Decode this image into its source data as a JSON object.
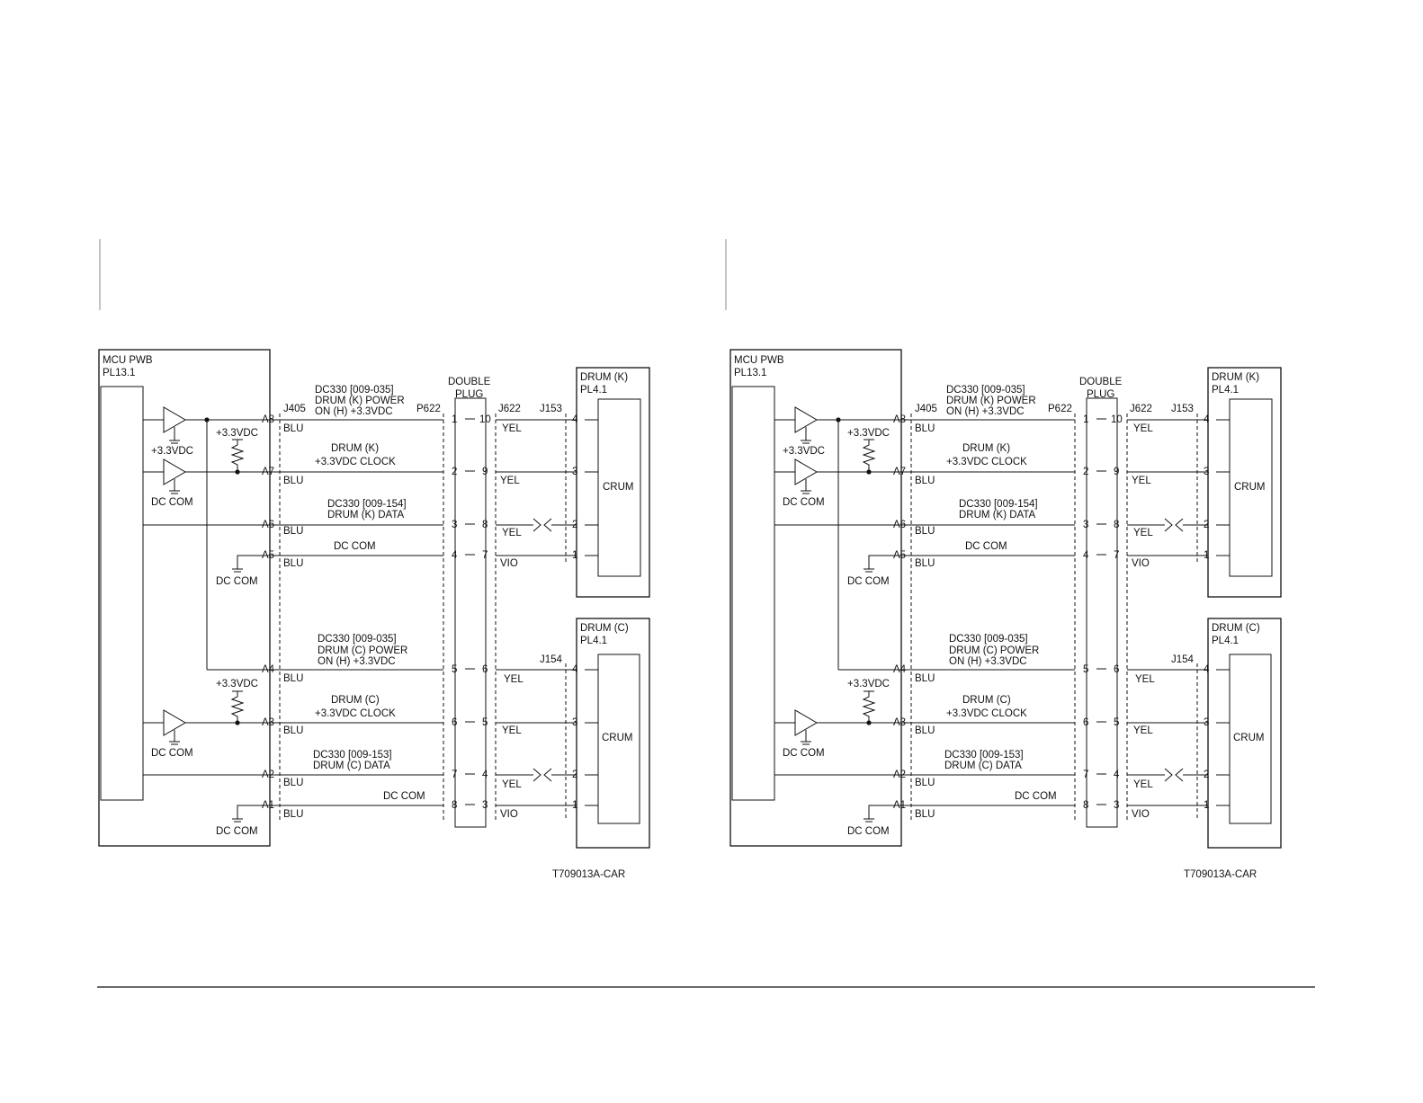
{
  "colors": {
    "ink": "#111111",
    "background": "#ffffff",
    "rule": "#888888"
  },
  "mcu": {
    "title": "MCU PWB",
    "plate": "PL13.1"
  },
  "drum_k": {
    "title": "DRUM (K)",
    "plate": "PL4.1",
    "crum": "CRUM",
    "connector": "J153"
  },
  "drum_c": {
    "title": "DRUM (C)",
    "plate": "PL4.1",
    "crum": "CRUM",
    "connector": "J154"
  },
  "double_plug": {
    "line1": "DOUBLE",
    "line2": "PLUG"
  },
  "connectors": {
    "j405": "J405",
    "p622": "P622",
    "j622": "J622"
  },
  "supply": {
    "v33": "+3.3VDC",
    "dccom": "DC COM"
  },
  "signals": {
    "k_power": [
      "DC330 [009-035]",
      "DRUM (K) POWER",
      "ON (H) +3.3VDC"
    ],
    "k_clock": [
      "DRUM (K)",
      "+3.3VDC CLOCK"
    ],
    "k_data": [
      "DC330 [009-154]",
      "DRUM (K) DATA"
    ],
    "k_com": "DC COM",
    "c_power": [
      "DC330 [009-035]",
      "DRUM (C) POWER",
      "ON (H) +3.3VDC"
    ],
    "c_clock": [
      "DRUM (C)",
      "+3.3VDC CLOCK"
    ],
    "c_data": [
      "DC330 [009-153]",
      "DRUM (C) DATA"
    ],
    "c_com": "DC COM"
  },
  "rows": [
    {
      "pin": "A8",
      "wire_left": "BLU",
      "p622": "1",
      "j622": "10",
      "wire_right": "YEL",
      "crum_pin": "4"
    },
    {
      "pin": "A7",
      "wire_left": "BLU",
      "p622": "2",
      "j622": "9",
      "wire_right": "YEL",
      "crum_pin": "3"
    },
    {
      "pin": "A6",
      "wire_left": "BLU",
      "p622": "3",
      "j622": "8",
      "wire_right": "YEL",
      "crum_pin": "2"
    },
    {
      "pin": "A5",
      "wire_left": "BLU",
      "p622": "4",
      "j622": "7",
      "wire_right": "VIO",
      "crum_pin": "1"
    },
    {
      "pin": "A4",
      "wire_left": "BLU",
      "p622": "5",
      "j622": "6",
      "wire_right": "YEL",
      "crum_pin": "4"
    },
    {
      "pin": "A3",
      "wire_left": "BLU",
      "p622": "6",
      "j622": "5",
      "wire_right": "YEL",
      "crum_pin": "3"
    },
    {
      "pin": "A2",
      "wire_left": "BLU",
      "p622": "7",
      "j622": "4",
      "wire_right": "YEL",
      "crum_pin": "2"
    },
    {
      "pin": "A1",
      "wire_left": "BLU",
      "p622": "8",
      "j622": "3",
      "wire_right": "VIO",
      "crum_pin": "1"
    }
  ],
  "figure_id": "T709013A-CAR"
}
